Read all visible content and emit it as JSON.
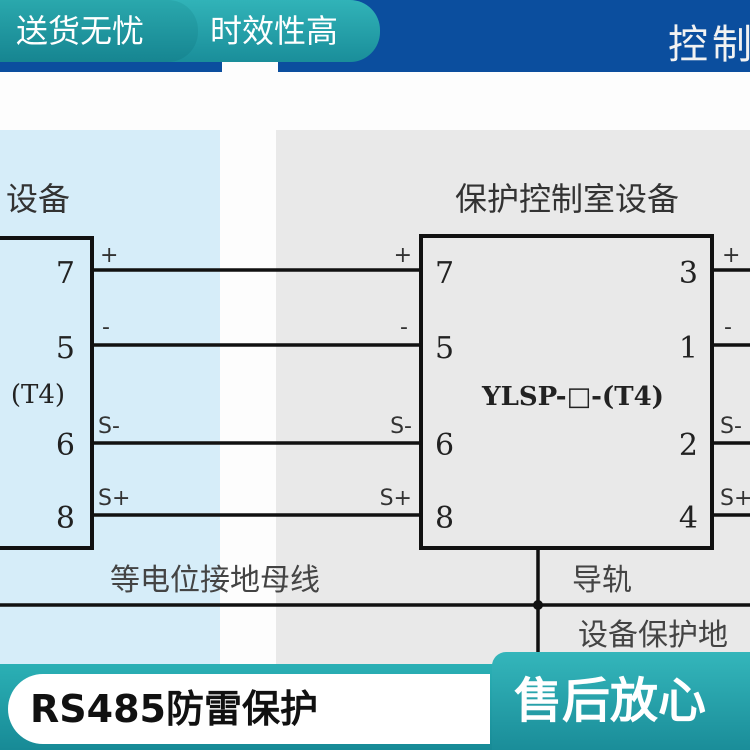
{
  "header": {
    "badges": [
      "送货无忧",
      "时效性高"
    ],
    "title_fragment": "控制"
  },
  "diagram": {
    "left_panel_title": "设备",
    "left_device_label": "(T4)",
    "left_pins": [
      "7",
      "5",
      "6",
      "8"
    ],
    "right_panel_title": "保护控制室设备",
    "device_model": "YLSP-□-(T4)",
    "device_left_pins": [
      "7",
      "5",
      "6",
      "8"
    ],
    "device_right_pins": [
      "3",
      "1",
      "2",
      "4"
    ],
    "signal_labels": [
      "+",
      "-",
      "S-",
      "S+"
    ],
    "ground_bus_label": "等电位接地母线",
    "rail_label": "导轨",
    "protective_ground_label": "设备保护地"
  },
  "footer": {
    "feature": "RS485防雷保护",
    "service": "售后放心"
  },
  "colors": {
    "brand_blue": "#0b4e9e",
    "teal": "#2aa8ad"
  }
}
